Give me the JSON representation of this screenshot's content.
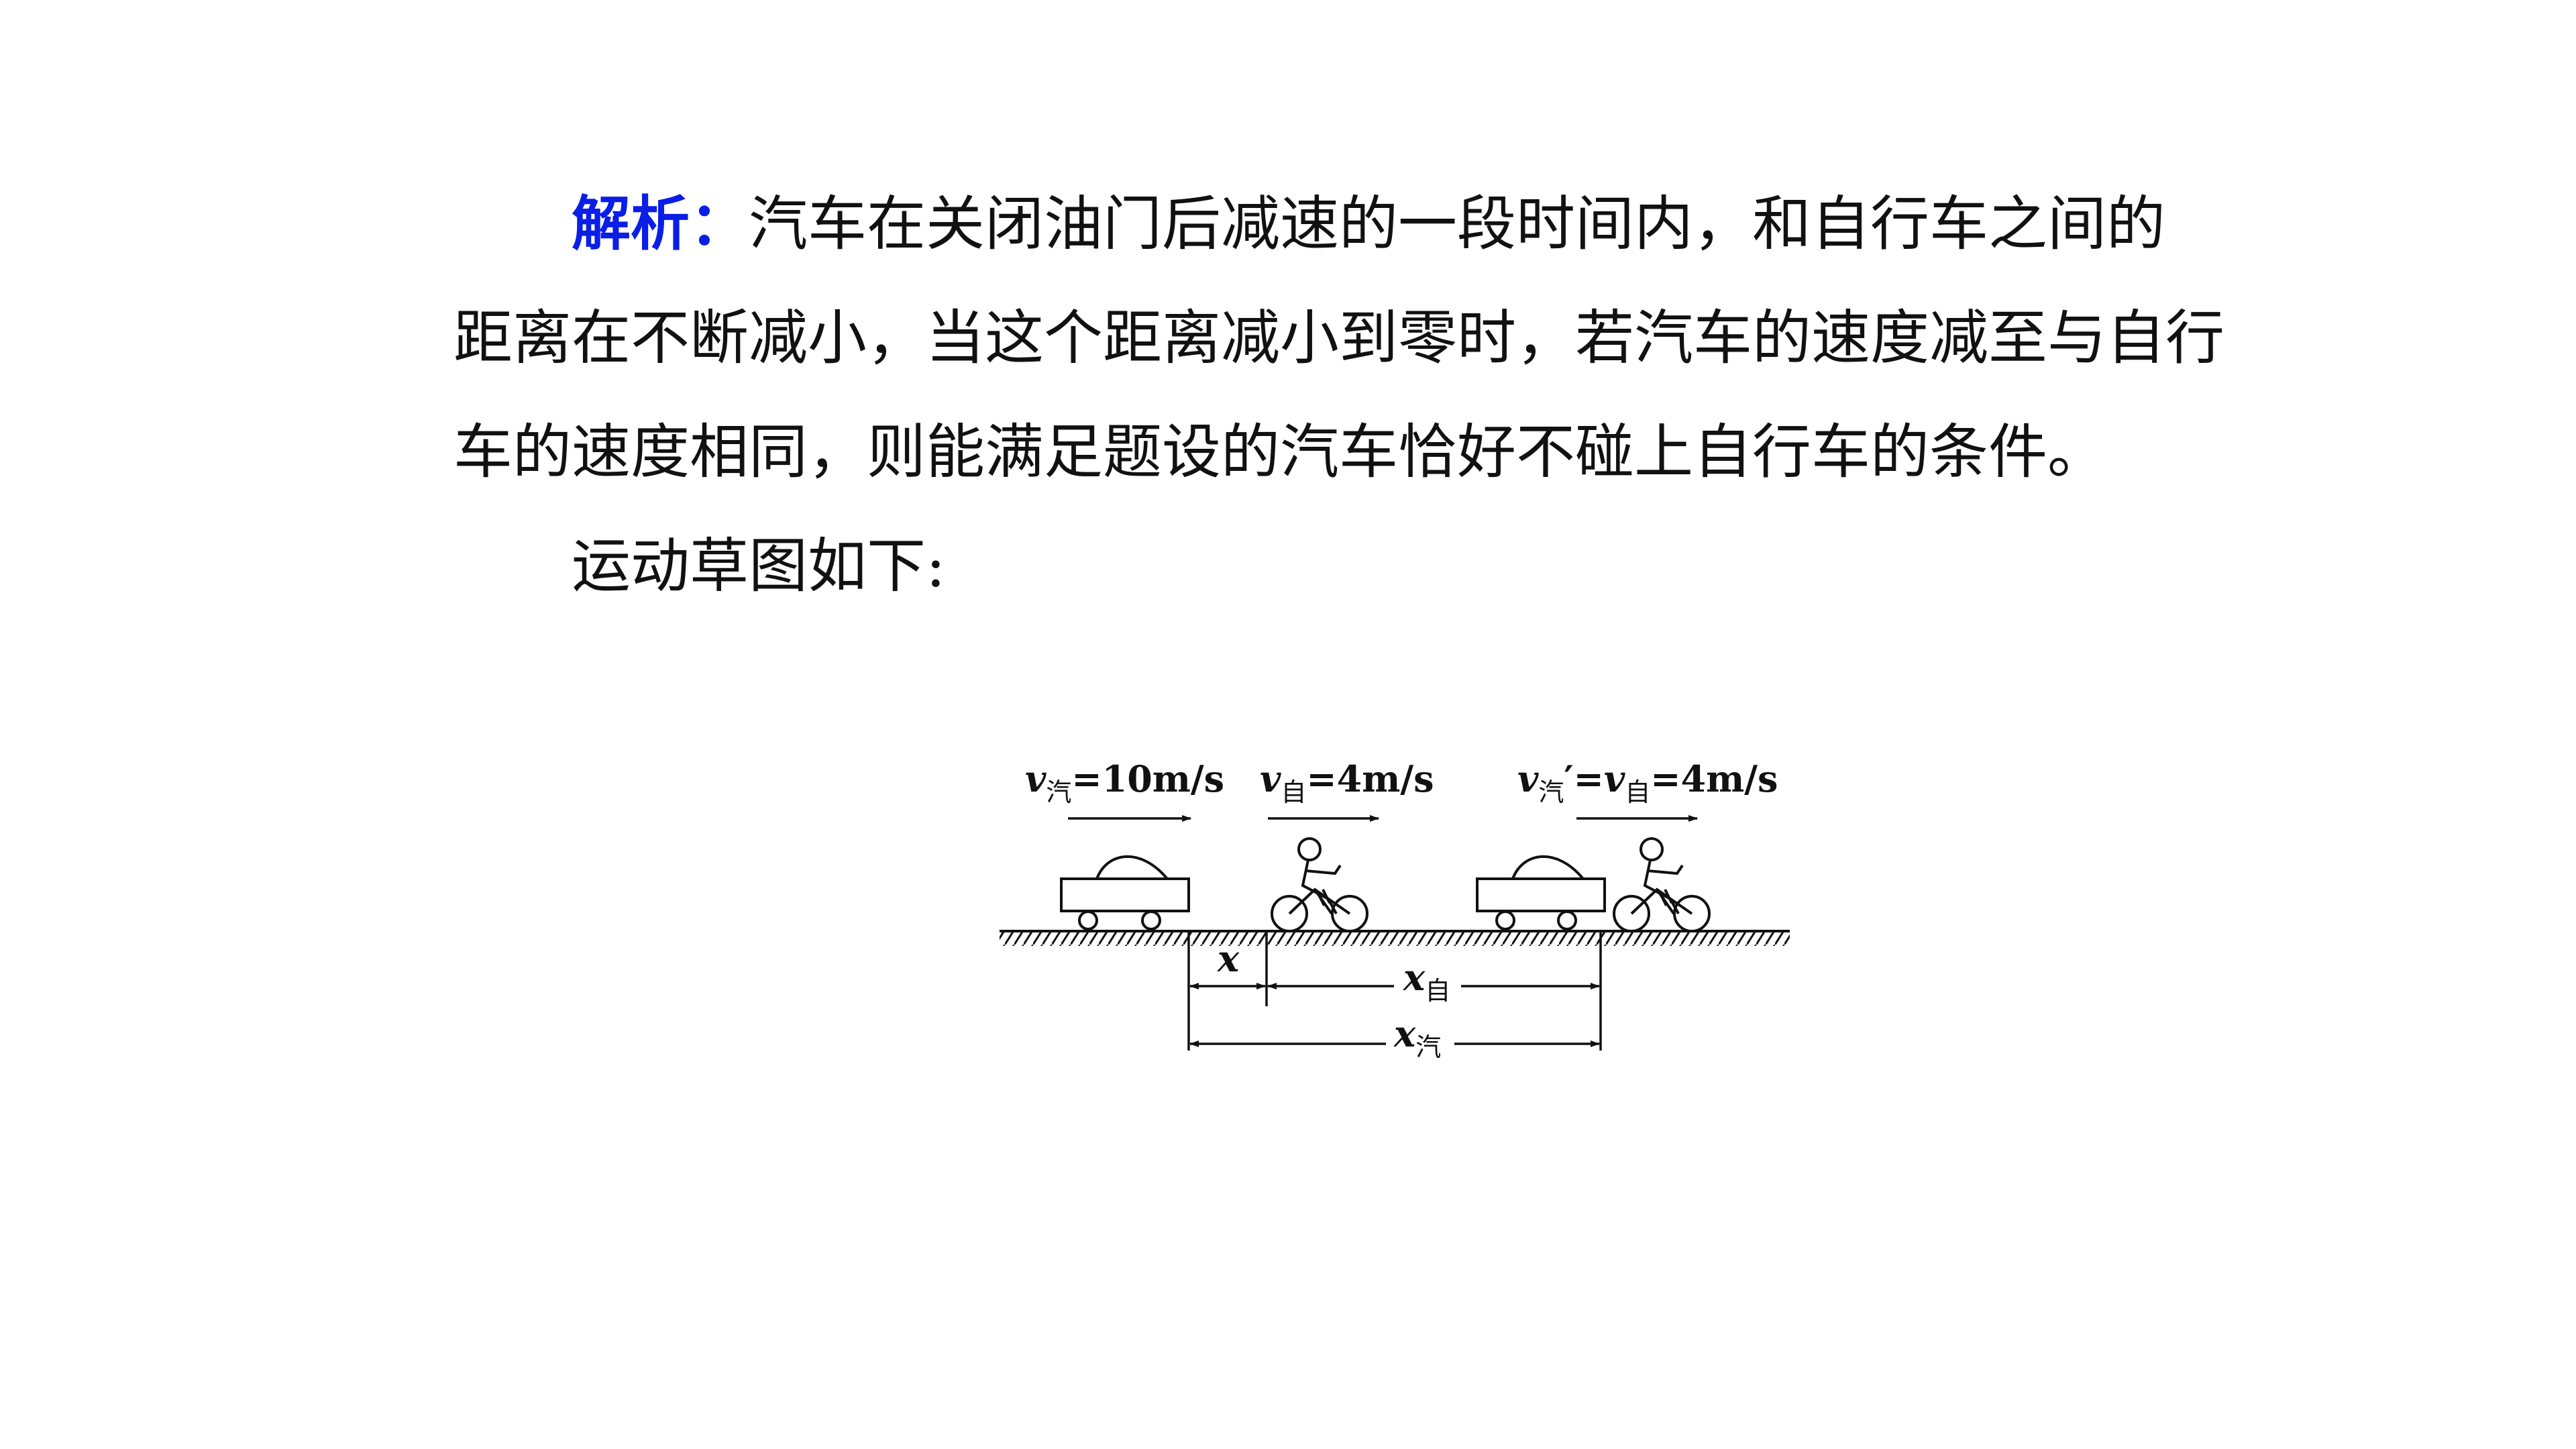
{
  "analysis": {
    "label": "解析：",
    "body": "汽车在关闭油门后减速的一段时间内，和自行车之间的距离在不断减小，当这个距离减小到零时，若汽车的速度减至与自行车的速度相同，则能满足题设的汽车恰好不碰上自行车的条件。"
  },
  "sketch_heading": "运动草图如下:",
  "diagram": {
    "v_car_symbol": "v",
    "v_car_sub": "汽",
    "v_car_value": "=10m/s",
    "v_bike_symbol": "v",
    "v_bike_sub": "自",
    "v_bike_value": "=4m/s",
    "v_car_final_symbol": "v",
    "v_car_final_sub": "汽",
    "v_car_final_prime": "′=",
    "v_bike_final_symbol": "v",
    "v_bike_final_sub": "自",
    "v_final_value": "=4m/s",
    "gap_symbol": "x",
    "bike_disp_symbol": "x",
    "bike_disp_sub": "自",
    "car_disp_symbol": "x",
    "car_disp_sub": "汽"
  }
}
